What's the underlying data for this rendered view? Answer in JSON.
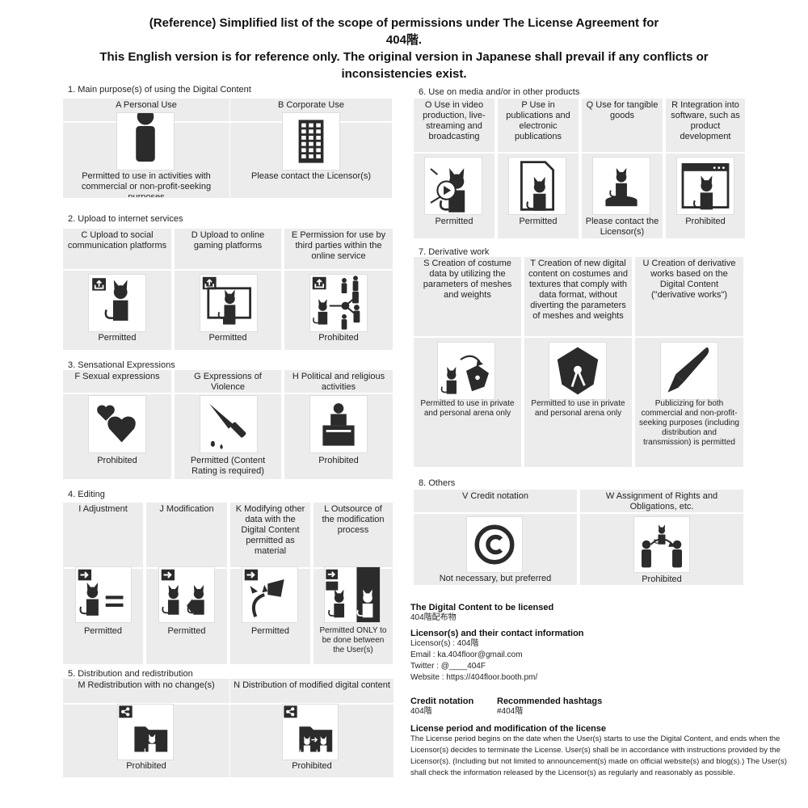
{
  "title": {
    "line1": "(Reference) Simplified list of the scope of permissions under The License Agreement for",
    "line2": "404階.",
    "line3": "This English version is for reference only. The original version in Japanese shall prevail if any conflicts or",
    "line4": "inconsistencies exist."
  },
  "sections": {
    "s1": "1. Main purpose(s) of using the Digital Content",
    "s2": "2. Upload to internet services",
    "s3": "3. Sensational Expressions",
    "s4": "4. Editing",
    "s5": "5. Distribution and redistribution",
    "s6": "6. Use on media and/or in other products",
    "s7": "7. Derivative work",
    "s8": "8. Others"
  },
  "items": {
    "A": {
      "header": "A Personal Use",
      "status": "Permitted to use in activities with commercial or non-profit-seeking purposes",
      "icon": "person-icon"
    },
    "B": {
      "header": "B  Corporate Use",
      "status": "Please contact the Licensor(s)",
      "icon": "building-icon"
    },
    "C": {
      "header": "C Upload to social communication platforms",
      "status": "Permitted",
      "icon": "upload-avatar-icon"
    },
    "D": {
      "header": "D Upload to online gaming platforms",
      "status": "Permitted",
      "icon": "upload-monitor-icon"
    },
    "E": {
      "header": "E Permission for use by third parties within the online service",
      "status": "Prohibited",
      "icon": "share-users-icon"
    },
    "F": {
      "header": "F Sexual expressions",
      "status": "Prohibited",
      "icon": "hearts-icon"
    },
    "G": {
      "header": "G Expressions of Violence",
      "status": "Permitted (Content Rating is required)",
      "icon": "knife-icon"
    },
    "H": {
      "header": "H Political and religious activities",
      "status": "Prohibited",
      "icon": "podium-icon"
    },
    "I": {
      "header": "I Adjustment",
      "status": "Permitted",
      "icon": "adjust-equal-icon"
    },
    "J": {
      "header": "J Modification",
      "status": "Permitted",
      "icon": "modify-icon"
    },
    "K": {
      "header": "K Modifying other data with the Digital Content permitted as material",
      "status": "Permitted",
      "icon": "material-icon"
    },
    "L": {
      "header": "L Outsource of the modification process",
      "status": "Permitted ONLY to be done between the User(s)",
      "icon": "outsource-icon"
    },
    "M": {
      "header": "M Redistribution with no change(s)",
      "status": "Prohibited",
      "icon": "share-folder-icon"
    },
    "N": {
      "header": "N Distribution of modified digital content",
      "status": "Prohibited",
      "icon": "share-modified-icon"
    },
    "O": {
      "header": "O Use in video production, live-streaming and broadcasting",
      "status": "Permitted",
      "icon": "video-icon"
    },
    "P": {
      "header": "P Use in publications and electronic publications",
      "status": "Permitted",
      "icon": "document-icon"
    },
    "Q": {
      "header": "Q Use for tangible goods",
      "status": "Please contact the Licensor(s)",
      "icon": "figure-icon"
    },
    "R": {
      "header": "R Integration into software, such as product development",
      "status": "Prohibited",
      "icon": "software-window-icon"
    },
    "S": {
      "header": "S Creation of costume data by utilizing the parameters of meshes and weights",
      "status": "Permitted to use in private and personal arena only",
      "icon": "costume-arrow-icon"
    },
    "T": {
      "header": "T Creation of new digital content on costumes and textures that comply with data format, without diverting the parameters of meshes and weights",
      "status": "Permitted to use in private and personal arena only",
      "icon": "costume-icon"
    },
    "U": {
      "header": "U Creation of derivative works based on the Digital Content (\"derivative works\")",
      "status": "Publicizing for both commercial and non-profit-seeking purposes (including distribution and transmission) is permitted",
      "icon": "pen-icon"
    },
    "V": {
      "header": "V Credit notation",
      "status": "Not necessary, but preferred",
      "icon": "copyright-icon"
    },
    "W": {
      "header": "W Assignment of Rights and Obligations, etc.",
      "status": "Prohibited",
      "icon": "transfer-icon"
    }
  },
  "info": {
    "content_heading": "The Digital Content to be licensed",
    "content_value": "404階配布物",
    "licensor_heading": "Licensor(s) and their contact information",
    "licensor_line": "Licensor(s) : 404階",
    "email_line": "Email :  ka.404floor@gmail.com",
    "twitter_line": "Twitter : @____404F",
    "website_line": "Website : https://404floor.booth.pm/",
    "credit_heading": "Credit notation",
    "credit_value": "404階",
    "hashtag_heading": "Recommended hashtags",
    "hashtag_value": "#404階",
    "period_heading": "License period and modification of the license",
    "period_text": "The License period begins on the date when the User(s) starts to use the Digital Content, and ends when the Licensor(s) decides to terminate the License. User(s) shall be in accordance with instructions provided by the Licensor(s). (Including but not limited to announcement(s) made on official website(s) and blog(s).) The User(s) shall check the information released by the Licensor(s) as regularly and reasonably as possible."
  }
}
